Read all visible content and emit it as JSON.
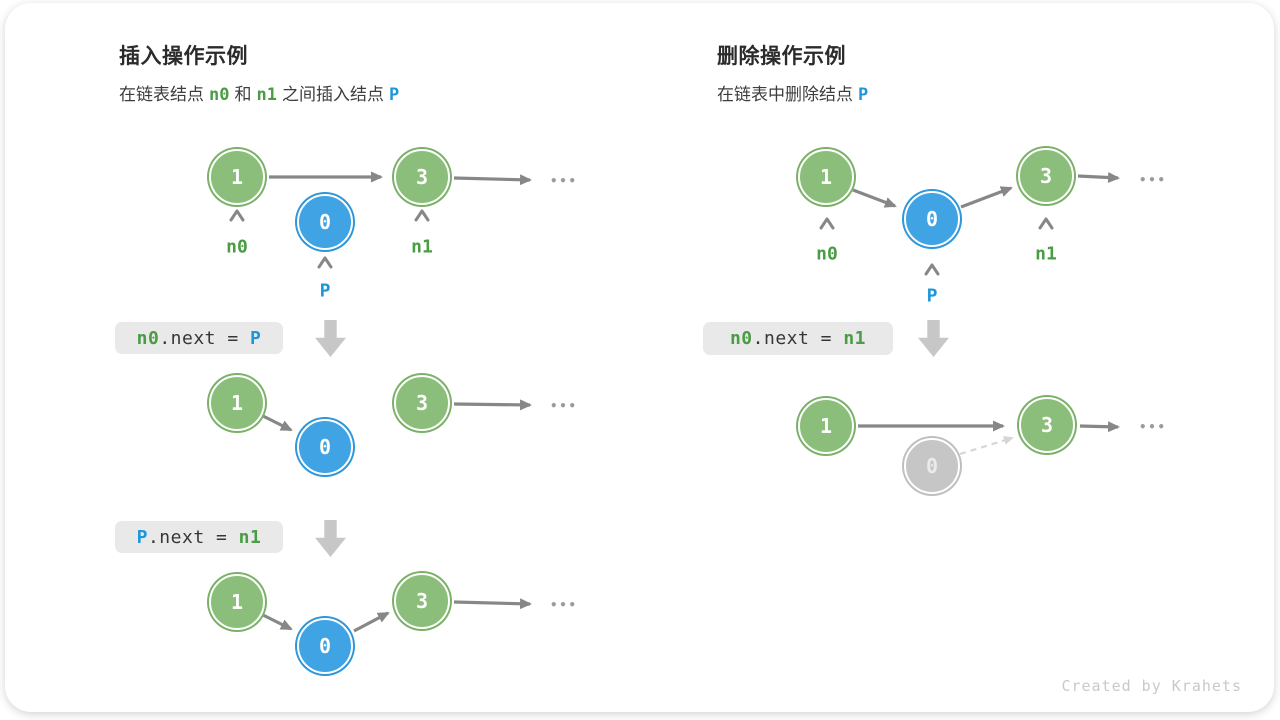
{
  "credit": "Created by Krahets",
  "values": {
    "one": "1",
    "zero": "0",
    "three": "3"
  },
  "labels": {
    "n0": "n0",
    "n1": "n1",
    "p": "P"
  },
  "dots": "•••",
  "colors": {
    "node_green": "#8cbe7b",
    "node_blue": "#3fa3e4",
    "node_gray": "#c6c6c6",
    "token_green": "#4a9d44",
    "token_blue": "#1e96db",
    "arrow_gray": "#878787",
    "codebox_bg": "#e9e9e9"
  },
  "insert": {
    "title": "插入操作示例",
    "subtitle": {
      "seg1": "在链表结点",
      "tok1": "n0",
      "seg2": "和",
      "tok2": "n1",
      "seg3": "之间插入结点",
      "tok3": "P"
    },
    "code1": {
      "lhs": "n0",
      "mid": ".next = ",
      "rhs": "P"
    },
    "code2": {
      "lhs": "P",
      "mid": ".next = ",
      "rhs": "n1"
    }
  },
  "delete": {
    "title": "删除操作示例",
    "subtitle": {
      "seg1": "在链表中删除结点",
      "tok1": "P"
    },
    "code1": {
      "lhs": "n0",
      "mid": ".next = ",
      "rhs": "n1"
    }
  }
}
